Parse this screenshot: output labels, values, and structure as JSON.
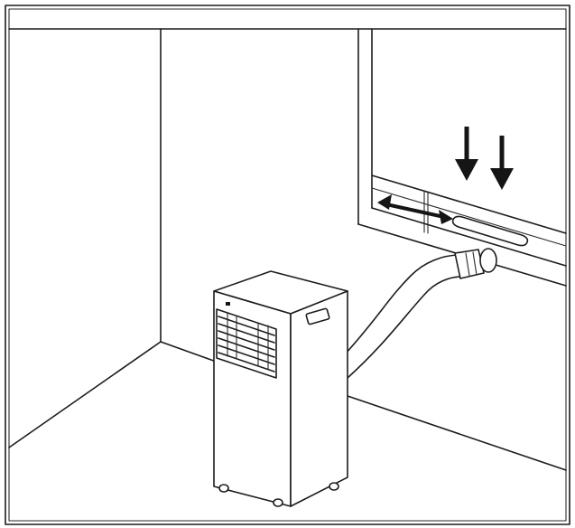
{
  "image": {
    "background_color": "#ffffff",
    "line_color": "#1c1c1c"
  },
  "icons": [
    "frame",
    "room-corner",
    "window",
    "window-slider-kit",
    "exhaust-hose",
    "hose-nozzle",
    "portable-air-conditioner",
    "horizontal-double-arrow-icon",
    "down-arrow-icon"
  ]
}
